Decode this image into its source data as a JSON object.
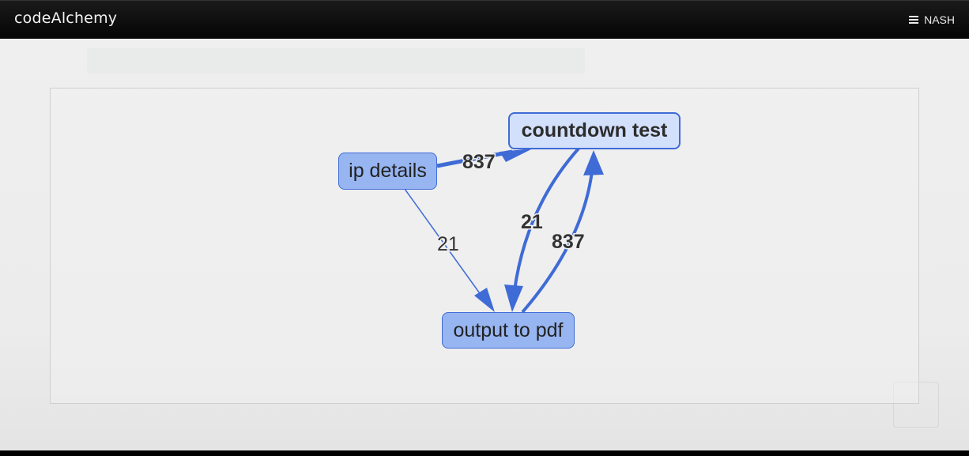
{
  "header": {
    "brand": "codeAlchemy",
    "user": "NASH",
    "menu_icon": "hamburger-icon"
  },
  "graph": {
    "nodes": [
      {
        "id": "countdown",
        "label": "countdown test",
        "selected": true
      },
      {
        "id": "ip",
        "label": "ip details",
        "selected": false
      },
      {
        "id": "pdf",
        "label": "output to pdf",
        "selected": false
      }
    ],
    "edges": [
      {
        "from": "ip details",
        "to": "countdown test",
        "label": "837"
      },
      {
        "from": "ip details",
        "to": "output to pdf",
        "label": "21"
      },
      {
        "from": "countdown test",
        "to": "output to pdf",
        "label": "21"
      },
      {
        "from": "output to pdf",
        "to": "countdown test",
        "label": "837"
      }
    ],
    "colors": {
      "edge": "#3f6bd6",
      "node_fill": "#97b5f1",
      "node_selected_fill": "#d3e0fb",
      "node_border": "#3f6bd6"
    }
  }
}
